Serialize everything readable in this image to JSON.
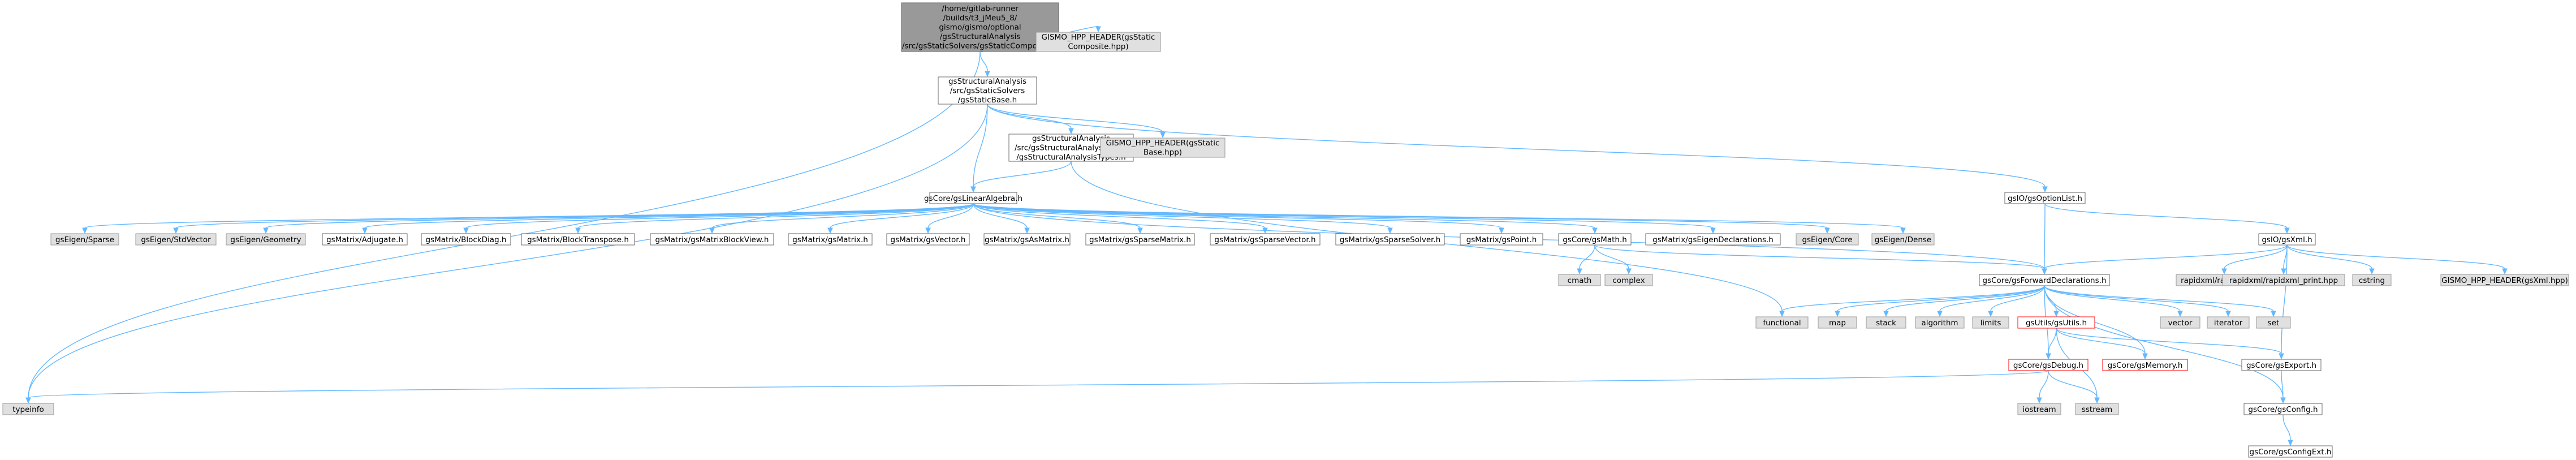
{
  "colors": {
    "root_fill": "#999999",
    "linked_fill": "#ffffff",
    "linked_stroke": "#666666",
    "system_fill": "#e0e0e0",
    "system_stroke": "#999999",
    "undocumented_stroke": "#ff0000",
    "edge": "#63b8ff",
    "text": "#000000"
  },
  "nodes": [
    {
      "id": "root",
      "lines": [
        "/home/gitlab-runner",
        "/builds/t3_jMeu5_8/",
        "gismo/gismo/optional",
        "/gsStructuralAnalysis",
        "/src/gsStaticSolvers/gsStaticComposite.h"
      ],
      "kind": "root"
    },
    {
      "id": "hpp_composite",
      "lines": [
        "GISMO_HPP_HEADER(gsStatic",
        "Composite.hpp)"
      ],
      "kind": "system"
    },
    {
      "id": "staticbase",
      "lines": [
        "gsStructuralAnalysis",
        "/src/gsStaticSolvers",
        "/gsStaticBase.h"
      ],
      "kind": "linked"
    },
    {
      "id": "satypes",
      "lines": [
        "gsStructuralAnalysis",
        "/src/gsStructuralAnalysisTools",
        "/gsStructuralAnalysisTypes.h"
      ],
      "kind": "linked"
    },
    {
      "id": "hpp_base",
      "lines": [
        "GISMO_HPP_HEADER(gsStatic",
        "Base.hpp)"
      ],
      "kind": "system"
    },
    {
      "id": "optionlist",
      "lines": [
        "gsIO/gsOptionList.h"
      ],
      "kind": "linked"
    },
    {
      "id": "linalg",
      "lines": [
        "gsCore/gsLinearAlgebra.h"
      ],
      "kind": "linked"
    },
    {
      "id": "eigen_sparse",
      "lines": [
        "gsEigen/Sparse"
      ],
      "kind": "system"
    },
    {
      "id": "eigen_stdvector",
      "lines": [
        "gsEigen/StdVector"
      ],
      "kind": "system"
    },
    {
      "id": "eigen_geometry",
      "lines": [
        "gsEigen/Geometry"
      ],
      "kind": "system"
    },
    {
      "id": "adjugate",
      "lines": [
        "gsMatrix/Adjugate.h"
      ],
      "kind": "linked"
    },
    {
      "id": "blockdiag",
      "lines": [
        "gsMatrix/BlockDiag.h"
      ],
      "kind": "linked"
    },
    {
      "id": "blocktranspose",
      "lines": [
        "gsMatrix/BlockTranspose.h"
      ],
      "kind": "linked"
    },
    {
      "id": "matrixblockview",
      "lines": [
        "gsMatrix/gsMatrixBlockView.h"
      ],
      "kind": "linked"
    },
    {
      "id": "gsmatrix",
      "lines": [
        "gsMatrix/gsMatrix.h"
      ],
      "kind": "linked"
    },
    {
      "id": "gsvector",
      "lines": [
        "gsMatrix/gsVector.h"
      ],
      "kind": "linked"
    },
    {
      "id": "asmatrix",
      "lines": [
        "gsMatrix/gsAsMatrix.h"
      ],
      "kind": "linked"
    },
    {
      "id": "sparsematrix",
      "lines": [
        "gsMatrix/gsSparseMatrix.h"
      ],
      "kind": "linked"
    },
    {
      "id": "sparsevector",
      "lines": [
        "gsMatrix/gsSparseVector.h"
      ],
      "kind": "linked"
    },
    {
      "id": "sparsesolver",
      "lines": [
        "gsMatrix/gsSparseSolver.h"
      ],
      "kind": "linked"
    },
    {
      "id": "gspoint",
      "lines": [
        "gsMatrix/gsPoint.h"
      ],
      "kind": "linked"
    },
    {
      "id": "gsmath",
      "lines": [
        "gsCore/gsMath.h"
      ],
      "kind": "linked"
    },
    {
      "id": "eigendecl",
      "lines": [
        "gsMatrix/gsEigenDeclarations.h"
      ],
      "kind": "linked"
    },
    {
      "id": "eigen_core",
      "lines": [
        "gsEigen/Core"
      ],
      "kind": "system"
    },
    {
      "id": "eigen_dense",
      "lines": [
        "gsEigen/Dense"
      ],
      "kind": "system"
    },
    {
      "id": "gsxml",
      "lines": [
        "gsIO/gsXml.h"
      ],
      "kind": "linked"
    },
    {
      "id": "cmath",
      "lines": [
        "cmath"
      ],
      "kind": "system"
    },
    {
      "id": "complex",
      "lines": [
        "complex"
      ],
      "kind": "system"
    },
    {
      "id": "fwddecl",
      "lines": [
        "gsCore/gsForwardDeclarations.h"
      ],
      "kind": "linked"
    },
    {
      "id": "rapidxml",
      "lines": [
        "rapidxml/rapidxml.hpp"
      ],
      "kind": "system"
    },
    {
      "id": "rapidxml_print",
      "lines": [
        "rapidxml/rapidxml_print.hpp"
      ],
      "kind": "system"
    },
    {
      "id": "cstring",
      "lines": [
        "cstring"
      ],
      "kind": "system"
    },
    {
      "id": "hpp_xml",
      "lines": [
        "GISMO_HPP_HEADER(gsXml.hpp)"
      ],
      "kind": "system"
    },
    {
      "id": "functional",
      "lines": [
        "functional"
      ],
      "kind": "system"
    },
    {
      "id": "map",
      "lines": [
        "map"
      ],
      "kind": "system"
    },
    {
      "id": "stack",
      "lines": [
        "stack"
      ],
      "kind": "system"
    },
    {
      "id": "algorithm",
      "lines": [
        "algorithm"
      ],
      "kind": "system"
    },
    {
      "id": "limits",
      "lines": [
        "limits"
      ],
      "kind": "system"
    },
    {
      "id": "gsutils",
      "lines": [
        "gsUtils/gsUtils.h"
      ],
      "kind": "undocumented"
    },
    {
      "id": "vector",
      "lines": [
        "vector"
      ],
      "kind": "system"
    },
    {
      "id": "iterator",
      "lines": [
        "iterator"
      ],
      "kind": "system"
    },
    {
      "id": "set",
      "lines": [
        "set"
      ],
      "kind": "system"
    },
    {
      "id": "gsdebug",
      "lines": [
        "gsCore/gsDebug.h"
      ],
      "kind": "undocumented"
    },
    {
      "id": "gsmemory",
      "lines": [
        "gsCore/gsMemory.h"
      ],
      "kind": "undocumented"
    },
    {
      "id": "gsexport",
      "lines": [
        "gsCore/gsExport.h"
      ],
      "kind": "linked"
    },
    {
      "id": "typeinfo",
      "lines": [
        "typeinfo"
      ],
      "kind": "system"
    },
    {
      "id": "iostream",
      "lines": [
        "iostream"
      ],
      "kind": "system"
    },
    {
      "id": "sstream",
      "lines": [
        "sstream"
      ],
      "kind": "system"
    },
    {
      "id": "gsconfig",
      "lines": [
        "gsCore/gsConfig.h"
      ],
      "kind": "linked"
    },
    {
      "id": "gsconfigext",
      "lines": [
        "gsCore/gsConfigExt.h"
      ],
      "kind": "linked"
    }
  ],
  "edges": [
    [
      "root",
      "staticbase"
    ],
    [
      "root",
      "hpp_composite"
    ],
    [
      "root",
      "typeinfo"
    ],
    [
      "staticbase",
      "satypes"
    ],
    [
      "staticbase",
      "hpp_base"
    ],
    [
      "staticbase",
      "optionlist"
    ],
    [
      "staticbase",
      "linalg"
    ],
    [
      "staticbase",
      "typeinfo"
    ],
    [
      "satypes",
      "linalg"
    ],
    [
      "satypes",
      "functional"
    ],
    [
      "optionlist",
      "fwddecl"
    ],
    [
      "optionlist",
      "gsxml"
    ],
    [
      "linalg",
      "eigen_sparse"
    ],
    [
      "linalg",
      "eigen_stdvector"
    ],
    [
      "linalg",
      "eigen_geometry"
    ],
    [
      "linalg",
      "adjugate"
    ],
    [
      "linalg",
      "blockdiag"
    ],
    [
      "linalg",
      "blocktranspose"
    ],
    [
      "linalg",
      "matrixblockview"
    ],
    [
      "linalg",
      "gsmatrix"
    ],
    [
      "linalg",
      "gsvector"
    ],
    [
      "linalg",
      "asmatrix"
    ],
    [
      "linalg",
      "sparsematrix"
    ],
    [
      "linalg",
      "sparsevector"
    ],
    [
      "linalg",
      "sparsesolver"
    ],
    [
      "linalg",
      "gspoint"
    ],
    [
      "linalg",
      "gsmath"
    ],
    [
      "linalg",
      "eigendecl"
    ],
    [
      "linalg",
      "eigen_core"
    ],
    [
      "linalg",
      "eigen_dense"
    ],
    [
      "linalg",
      "fwddecl"
    ],
    [
      "gsmath",
      "cmath"
    ],
    [
      "gsmath",
      "complex"
    ],
    [
      "gsmath",
      "fwddecl"
    ],
    [
      "gsxml",
      "fwddecl"
    ],
    [
      "gsxml",
      "rapidxml"
    ],
    [
      "gsxml",
      "rapidxml_print"
    ],
    [
      "gsxml",
      "cstring"
    ],
    [
      "gsxml",
      "hpp_xml"
    ],
    [
      "gsxml",
      "gsexport"
    ],
    [
      "fwddecl",
      "functional"
    ],
    [
      "fwddecl",
      "map"
    ],
    [
      "fwddecl",
      "stack"
    ],
    [
      "fwddecl",
      "algorithm"
    ],
    [
      "fwddecl",
      "limits"
    ],
    [
      "fwddecl",
      "gsutils"
    ],
    [
      "fwddecl",
      "vector"
    ],
    [
      "fwddecl",
      "iterator"
    ],
    [
      "fwddecl",
      "set"
    ],
    [
      "fwddecl",
      "gsdebug"
    ],
    [
      "fwddecl",
      "gsmemory"
    ],
    [
      "fwddecl",
      "gsconfig"
    ],
    [
      "gsutils",
      "gsdebug"
    ],
    [
      "gsutils",
      "gsmemory"
    ],
    [
      "gsutils",
      "gsexport"
    ],
    [
      "gsutils",
      "sstream"
    ],
    [
      "gsdebug",
      "typeinfo"
    ],
    [
      "gsdebug",
      "iostream"
    ],
    [
      "gsdebug",
      "sstream"
    ],
    [
      "gsexport",
      "gsconfig"
    ],
    [
      "gsconfig",
      "gsconfigext"
    ]
  ]
}
